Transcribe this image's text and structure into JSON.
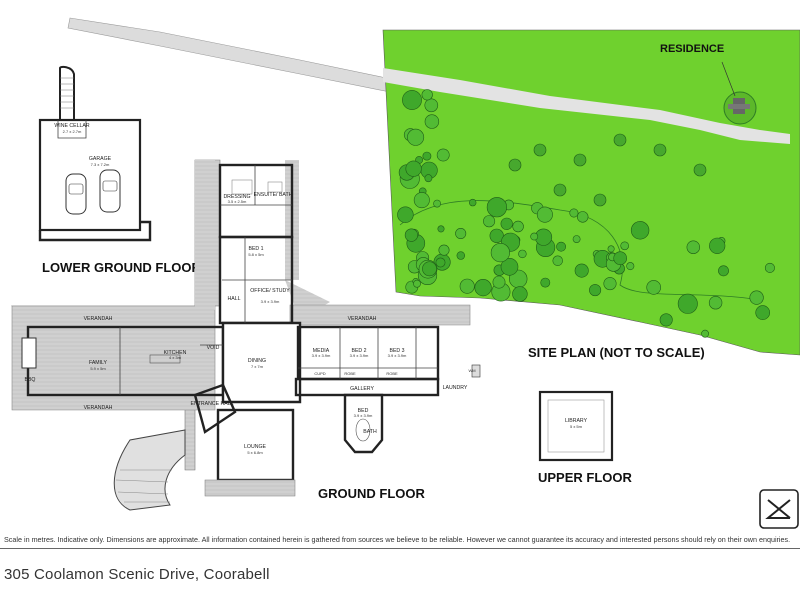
{
  "disclaimer": "Scale in metres. Indicative only. Dimensions are approximate. All information contained herein is gathered from sources we believe to be reliable. However we cannot guarantee its accuracy and interested persons should rely on their own enquiries.",
  "address": "305 Coolamon Scenic Drive, Coorabell",
  "floors": {
    "lower_ground": "LOWER GROUND FLOOR",
    "ground": "GROUND FLOOR",
    "upper": "UPPER FLOOR",
    "site_plan": "SITE PLAN (NOT TO SCALE)",
    "residence": "RESIDENCE"
  },
  "rooms": {
    "wine_cellar": {
      "name": "WINE CELLAR",
      "dim": "2.7 x 2.7m"
    },
    "garage": {
      "name": "GARAGE",
      "dim": "7.3 x 7.2m"
    },
    "dressing": {
      "name": "DRESSING",
      "dim": "3.5 x 2.5m"
    },
    "ensuite": {
      "name": "ENSUITE/ BATH",
      "dim": ""
    },
    "bed1": {
      "name": "BED 1",
      "dim": "5.8 x 5m"
    },
    "office": {
      "name": "OFFICE/ STUDY",
      "dim": "3.9 x 3.9m"
    },
    "hall": "HALL",
    "verandah": "VERANDAH",
    "family": {
      "name": "FAMILY",
      "dim": "5.9 x 5m"
    },
    "kitchen": {
      "name": "KITCHEN",
      "dim": "4 x 3m"
    },
    "void": "VOID",
    "bbq": "BBQ",
    "dining": {
      "name": "DINING",
      "dim": "7 x 7m"
    },
    "entrance": "ENTRANCE HALL",
    "lounge": {
      "name": "LOUNGE",
      "dim": "5 x 6.8m"
    },
    "media": {
      "name": "MEDIA",
      "dim": "3.9 x 3.9m"
    },
    "bed2": {
      "name": "BED 2",
      "dim": "3.9 x 3.9m"
    },
    "bed3": {
      "name": "BED 3",
      "dim": "3.9 x 3.9m"
    },
    "bed": {
      "name": "BED",
      "dim": "3.9 x 3.9m"
    },
    "bath": "BATH",
    "gallery": "GALLERY",
    "laundry": "LAUNDRY",
    "wm": "WM",
    "library": {
      "name": "LIBRARY",
      "dim": "5 x 5m"
    },
    "cupd": "CUPD",
    "robe": "ROBE"
  },
  "colors": {
    "lawn": "#6fd12e",
    "trees": "#3fa82b",
    "road": "#d9d9d9",
    "verandah": "#d2d2d2"
  }
}
